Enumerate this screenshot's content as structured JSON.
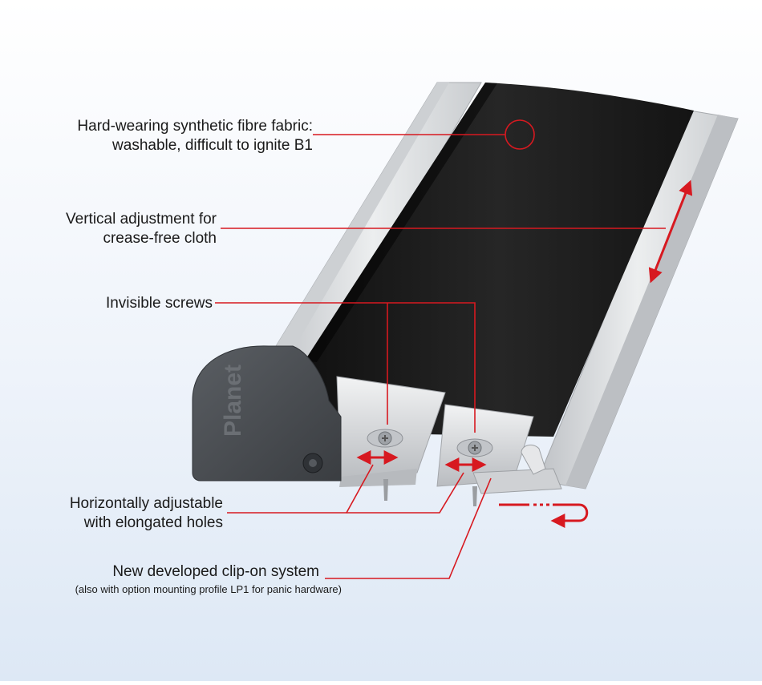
{
  "callouts": {
    "fabric": {
      "line1": "Hard-wearing synthetic fibre fabric:",
      "line2": "washable, difficult to ignite B1"
    },
    "vertical": {
      "line1": "Vertical adjustment for",
      "line2": "crease-free cloth"
    },
    "screws": {
      "line1": "Invisible screws"
    },
    "horizontal": {
      "line1": "Horizontally adjustable",
      "line2": "with elongated holes"
    },
    "clip": {
      "line1": "New developed clip-on system",
      "line2": "(also with option mounting profile LP1 for panic hardware)"
    }
  },
  "end_cap_brand": "Planet",
  "colors": {
    "callout_line": "#d71920",
    "fabric": "#1b1b1b",
    "aluminium": "#d9d9d9",
    "end_cap": "#4a4d52",
    "background_top": "#ffffff",
    "background_bottom": "#dde8f5"
  }
}
